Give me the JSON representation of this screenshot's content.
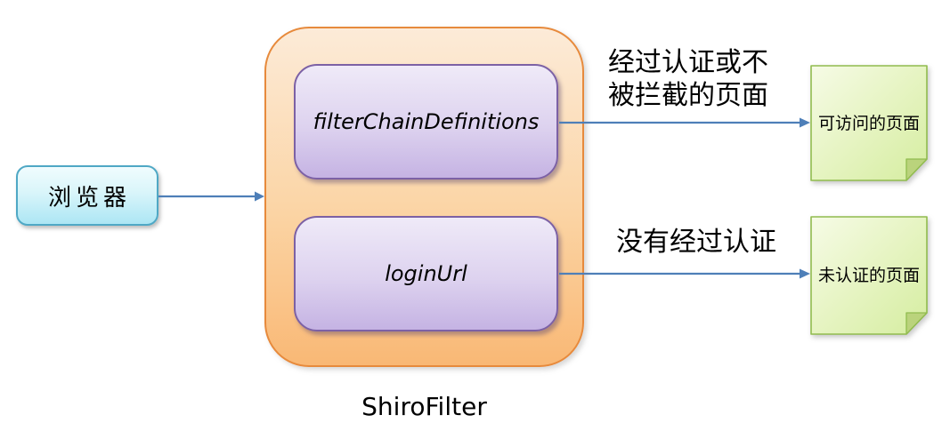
{
  "diagram": {
    "browser": {
      "label": "浏览器"
    },
    "shiro": {
      "caption": "ShiroFilter",
      "filter_chain_box": {
        "label": "filterChainDefinitions"
      },
      "login_url_box": {
        "label": "loginUrl"
      }
    },
    "flows": {
      "authenticated": {
        "label": "经过认证或不\n被拦截的页面",
        "note": "可访问的页面"
      },
      "unauthenticated": {
        "label": "没有经过认证",
        "note": "未认证的页面"
      }
    },
    "colors": {
      "arrow": "#4E7FB8",
      "browser_border": "#4FA8C5",
      "browser_fill_top": "#F0FCFE",
      "browser_fill_bottom": "#ACE6F4",
      "container_border": "#E78A3C",
      "container_fill_top": "#FCEBD8",
      "container_fill_bottom": "#F9B875",
      "inner_border": "#7C61A5",
      "inner_fill_top": "#EFEAF8",
      "inner_fill_bottom": "#C5B3E3",
      "note_border": "#91BC4F",
      "note_fill_light": "#F4FAE0",
      "note_fill_dark": "#D5EDA0",
      "note_fold": "#BAD37C"
    }
  }
}
